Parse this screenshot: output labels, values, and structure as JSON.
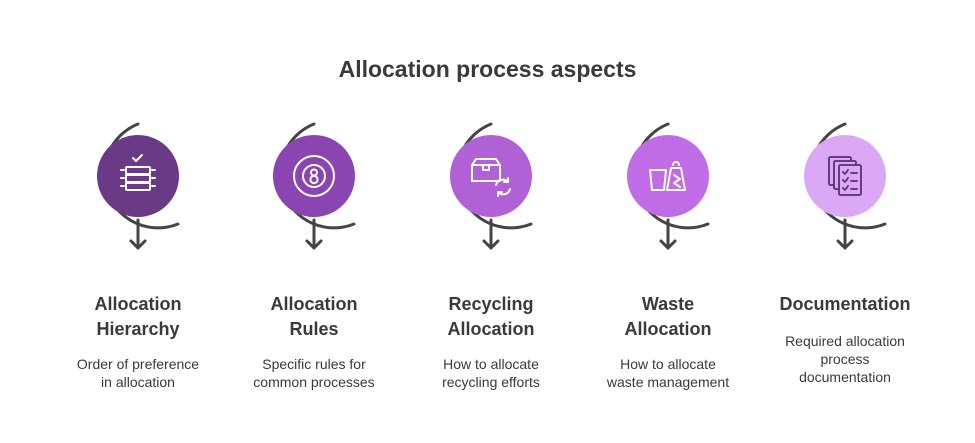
{
  "title": "Allocation process aspects",
  "steps": [
    {
      "heading_line1": "Allocation",
      "heading_line2": "Hierarchy",
      "desc_line1": "Order of preference",
      "desc_line2": "in allocation",
      "desc_line3": "",
      "color": "#6b3a86",
      "icon": "prioritized-list-icon"
    },
    {
      "heading_line1": "Allocation",
      "heading_line2": "Rules",
      "desc_line1": "Specific rules for",
      "desc_line2": "common processes",
      "desc_line3": "",
      "color": "#8a45b0",
      "icon": "eight-ball-icon"
    },
    {
      "heading_line1": "Recycling",
      "heading_line2": "Allocation",
      "desc_line1": "How to allocate",
      "desc_line2": "recycling efforts",
      "desc_line3": "",
      "color": "#b061d6",
      "icon": "recycle-box-icon"
    },
    {
      "heading_line1": "Waste",
      "heading_line2": "Allocation",
      "desc_line1": "How to allocate",
      "desc_line2": "waste management",
      "desc_line3": "",
      "color": "#c06ce6",
      "icon": "waste-bin-icon"
    },
    {
      "heading_line1": "Documentation",
      "heading_line2": "",
      "desc_line1": "Required allocation",
      "desc_line2": "process",
      "desc_line3": "documentation",
      "color": "#dba8f5",
      "icon": "documents-checklist-icon"
    }
  ]
}
